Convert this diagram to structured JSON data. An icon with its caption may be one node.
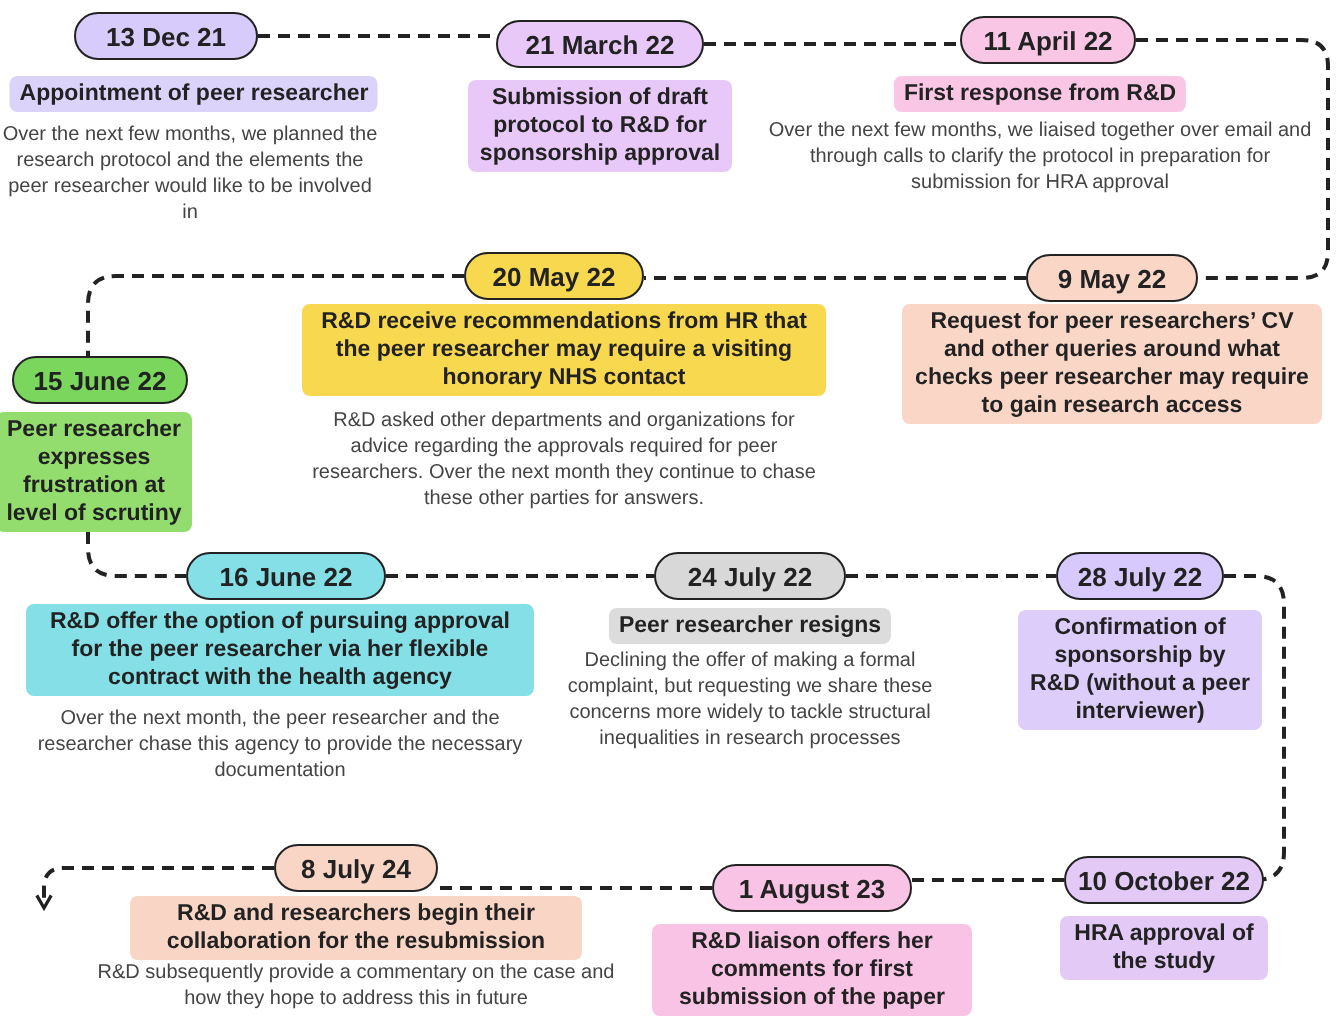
{
  "diagram": {
    "nodes": [
      {
        "text": [
          "13 Dec 21"
        ]
      },
      {
        "text": [
          "Appointment of peer researcher"
        ],
        "beside": [
          "Over the next few months, we planned the research protocol and the elements the peer researcher would like to be involved in"
        ]
      },
      {
        "text": [
          "21 March 22"
        ]
      },
      {
        "text": [
          "Submission of draft protocol to R&D for sponsorship approval"
        ]
      },
      {
        "text": [
          "11 April 22"
        ]
      },
      {
        "text": [
          "First response from R&D"
        ],
        "beside": [
          "Over the next few months, we liaised together over email and through calls to clarify the protocol in preparation for submission for HRA approval"
        ]
      },
      {
        "text": [
          "9 May 22"
        ]
      },
      {
        "text": [
          "Request for peer researchers’ CV and other queries around what checks peer researcher may require to gain research access"
        ]
      },
      {
        "text": [
          "20 May 22"
        ]
      },
      {
        "text": [
          "R&D receive recommendations from HR that the peer researcher may require a visiting honorary NHS contact"
        ],
        "beside": [
          "R&D asked other departments and organizations for advice regarding the approvals required for peer researchers.  Over the next month they continue to chase these other parties for answers."
        ]
      },
      {
        "text": [
          "15 June 22"
        ]
      },
      {
        "text": [
          "Peer researcher expresses frustration at level of scrutiny"
        ]
      },
      {
        "text": [
          "16 June 22"
        ]
      },
      {
        "text": [
          "R&D offer the option of pursuing approval for the peer researcher via her flexible contract with the health agency"
        ],
        "beside": [
          "Over the next month, the peer researcher and the researcher chase this agency to provide the necessary documentation"
        ]
      },
      {
        "text": [
          "24 July 22"
        ]
      },
      {
        "text": [
          "Peer researcher resigns"
        ],
        "beside": [
          "Declining the offer of making a formal complaint, but requesting we share these concerns more widely to tackle structural inequalities in research processes"
        ]
      },
      {
        "text": [
          "28 July 22"
        ]
      },
      {
        "text": [
          "Confirmation of sponsorship by R&D (without a peer interviewer)"
        ]
      },
      {
        "text": [
          "10 October 22"
        ]
      },
      {
        "text": [
          "HRA approval of the study"
        ]
      },
      {
        "text": [
          "1 August 23"
        ]
      },
      {
        "text": [
          "R&D liaison offers her comments for first submission of the paper"
        ]
      },
      {
        "text": [
          "8 July 24"
        ]
      },
      {
        "text": [
          "R&D and researchers begin their collaboration for the resubmission"
        ],
        "beside": [
          "R&D subsequently provide a commentary on the case and how they hope to address this in future"
        ]
      }
    ],
    "edges": [
      {
        "from": 0,
        "to": 2,
        "arrow": "none",
        "style": "dashed"
      },
      {
        "from": 2,
        "to": 4,
        "arrow": "none",
        "style": "dashed"
      },
      {
        "from": 4,
        "to": 6,
        "arrow": "none",
        "style": "dashed"
      },
      {
        "from": 6,
        "to": 8,
        "arrow": "none",
        "style": "dashed"
      },
      {
        "from": 8,
        "to": 10,
        "arrow": "none",
        "style": "dashed"
      },
      {
        "from": 11,
        "to": 12,
        "arrow": "none",
        "style": "dashed"
      },
      {
        "from": 12,
        "to": 14,
        "arrow": "none",
        "style": "dashed"
      },
      {
        "from": 14,
        "to": 16,
        "arrow": "none",
        "style": "dashed"
      },
      {
        "from": 16,
        "to": 18,
        "arrow": "none",
        "style": "dashed"
      },
      {
        "from": 18,
        "to": 20,
        "arrow": "none",
        "style": "dashed"
      },
      {
        "from": 20,
        "to": 22,
        "arrow": "none",
        "style": "dashed"
      },
      {
        "from": 22,
        "to": null,
        "arrow": "to",
        "style": "dashed"
      }
    ]
  }
}
